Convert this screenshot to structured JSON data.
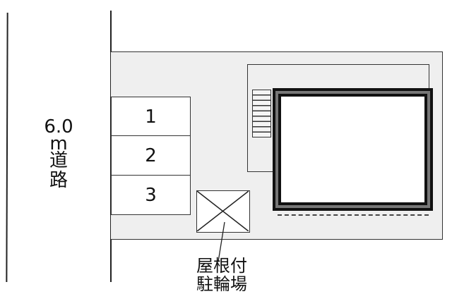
{
  "road": {
    "width_label": "6.0",
    "unit_label": "m",
    "road_char_1": "道",
    "road_char_2": "路"
  },
  "parking": {
    "stalls": [
      {
        "number": "1"
      },
      {
        "number": "2"
      },
      {
        "number": "3"
      }
    ]
  },
  "bike_parking": {
    "caption_line_1": "屋根付",
    "caption_line_2": "駐輪場"
  },
  "colors": {
    "lot_fill": "#efefef",
    "building_wall": "#777777",
    "line": "#222222"
  }
}
